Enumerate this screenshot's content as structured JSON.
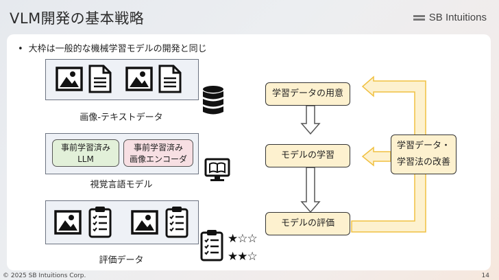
{
  "title": "VLM開発の基本戦略",
  "brand": {
    "name": "SB Intuitions"
  },
  "bullet": "大枠は一般的な機械学習モデルの開発と同じ",
  "sections": {
    "data": {
      "caption": "画像-テキストデータ"
    },
    "model": {
      "caption": "視覚言語モデル",
      "chips": [
        {
          "line1": "事前学習済み",
          "line2": "LLM",
          "color": "#e2f0d9"
        },
        {
          "line1": "事前学習済み",
          "line2": "画像エンコーダ",
          "color": "#f7dfe3"
        }
      ]
    },
    "eval": {
      "caption": "評価データ",
      "stars_top": "★☆☆",
      "stars_bottom": "★★☆"
    }
  },
  "flow": {
    "steps": [
      "学習データの用意",
      "モデルの学習",
      "モデルの評価"
    ],
    "improve": {
      "line1": "学習データ・",
      "line2": "学習法の改善"
    }
  },
  "colors": {
    "flow_fill": "#fdf1cf",
    "arrow_fill": "#fdf1cf",
    "arrow_stroke": "#f0c040"
  },
  "icons": [
    "image-icon",
    "document-icon",
    "database-icon",
    "monitor-book-icon",
    "clipboard-icon",
    "star-icon"
  ],
  "footer": {
    "copyright": "© 2025 SB Intuitions Corp.",
    "page": "14"
  }
}
